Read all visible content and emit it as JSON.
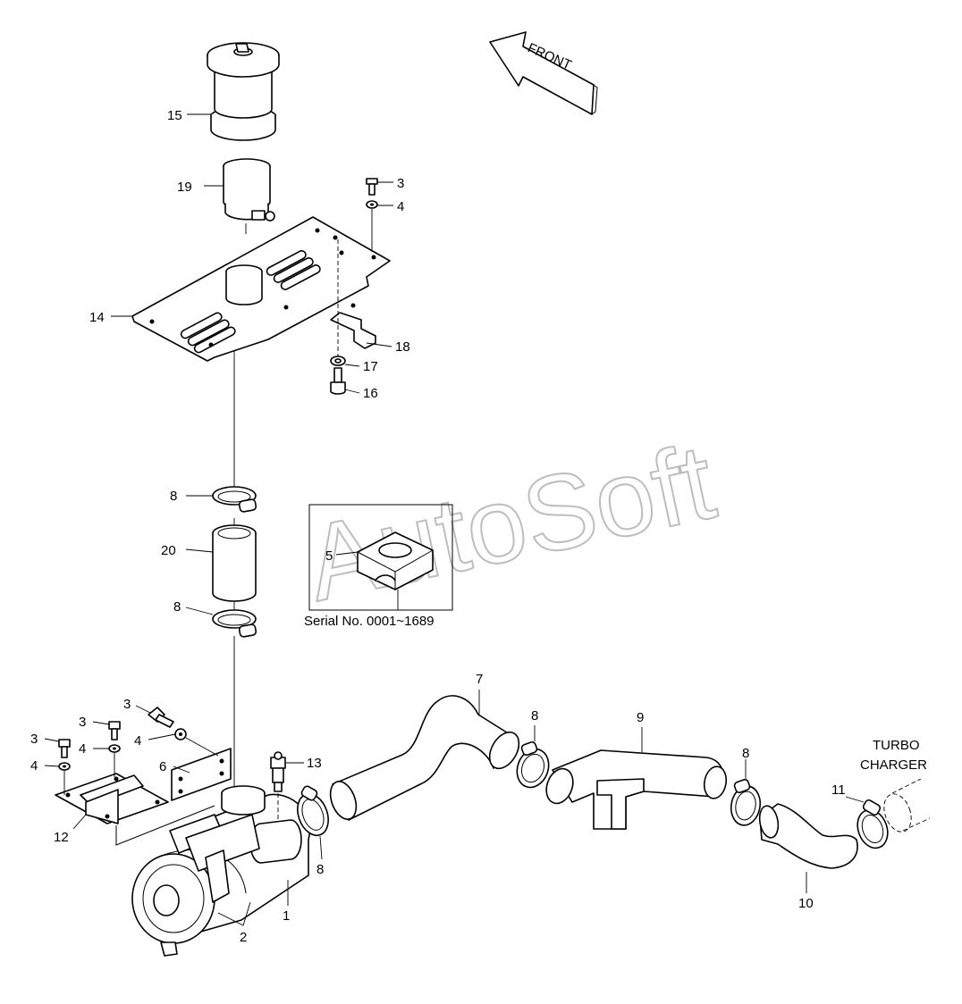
{
  "labels": {
    "p1": "1",
    "p2": "2",
    "p3a": "3",
    "p3b": "3",
    "p3c": "3",
    "p3d": "3",
    "p4a": "4",
    "p4b": "4",
    "p4c": "4",
    "p4d": "4",
    "p5": "5",
    "p6": "6",
    "p7": "7",
    "p8a": "8",
    "p8b": "8",
    "p8c": "8",
    "p8d": "8",
    "p8e": "8",
    "p9": "9",
    "p10": "10",
    "p11": "11",
    "p12": "12",
    "p13": "13",
    "p14": "14",
    "p15": "15",
    "p16": "16",
    "p17": "17",
    "p18": "18",
    "p19": "19",
    "p20": "20"
  },
  "front_label": "FRONT",
  "serial_note": "Serial No. 0001~1689",
  "turbo_line1": "TURBO",
  "turbo_line2": "CHARGER",
  "watermark": "AutoSoft"
}
